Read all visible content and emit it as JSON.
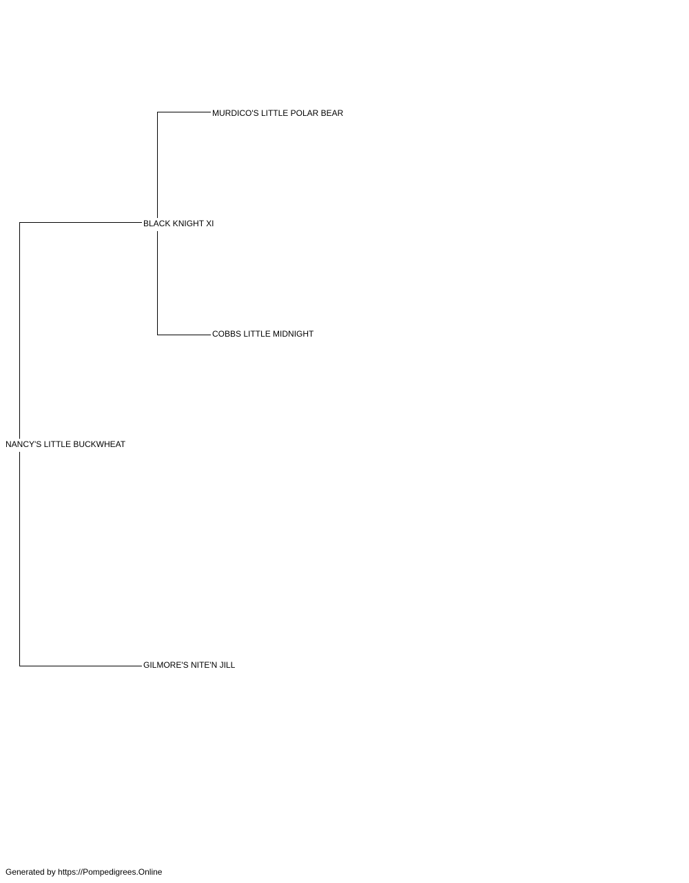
{
  "pedigree": {
    "subject": "NANCY'S LITTLE BUCKWHEAT",
    "sire": "BLACK KNIGHT XI",
    "dam": "GILMORE'S NITE'N JILL",
    "sire_sire": "MURDICO'S LITTLE POLAR BEAR",
    "sire_dam": "COBBS LITTLE MIDNIGHT"
  },
  "footer": {
    "text": "Generated by https://Pompedigrees.Online"
  }
}
